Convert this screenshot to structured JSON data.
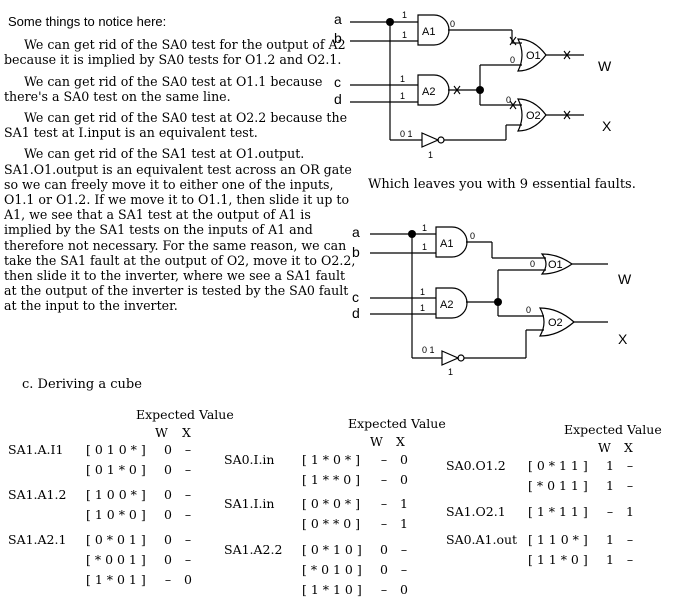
{
  "notes": {
    "heading": "Some things to notice here:",
    "paragraphs": [
      "We can get rid of the SA0 test for the output of A2 because it is implied by SA0 tests for O1.2 and O2.1.",
      "We can get rid of the SA0 test at O1.1 because there's a SA0 test on the same line.",
      "We can get rid of the SA0 test at O2.2 because the SA1 test at I.input is an equivalent test.",
      "We can get rid of the SA1 test at O1.output. SA1.O1.output is an equivalent test across an OR gate so we can freely move it to either one of the inputs, O1.1 or O1.2. If we move it to O1.1, then slide it up to A1, we see that a SA1 test at the output of A1 is implied by the SA1 tests on the inputs of A1 and therefore not necessary. For the same reason, we can take the SA1 fault at the output of O2, move it to O2.2, then slide it to the inverter, where we see a SA1 fault at the output of the inverter is tested by the SA0 fault at the input to the inverter."
    ]
  },
  "circuit": {
    "inputs": [
      "a",
      "b",
      "c",
      "d"
    ],
    "gates": [
      "A1",
      "A2",
      "O1",
      "O2"
    ],
    "outputs": [
      "W",
      "X"
    ],
    "bits": {
      "a_in": "1",
      "b_in": "1",
      "a1_out": "0",
      "c_in": "1",
      "d_in": "1",
      "o1_in2": "0",
      "o2_in1": "0",
      "inv_in": "0 1",
      "inv_out": "1"
    }
  },
  "caption_essential": "Which leaves you with 9 essential faults.",
  "section_title": "c. Deriving a cube",
  "tables": [
    {
      "header": "Expected Value",
      "cols": [
        "W",
        "X"
      ],
      "rows": [
        {
          "label": "SA1.A.I1",
          "cube": "[ 0 1 0 * ]",
          "w": "0",
          "x": "–"
        },
        {
          "label": "",
          "cube": "[ 0 1 * 0 ]",
          "w": "0",
          "x": "–"
        },
        {
          "label": "SA1.A1.2",
          "cube": "[ 1 0 0 * ]",
          "w": "0",
          "x": "–"
        },
        {
          "label": "",
          "cube": "[ 1 0 * 0 ]",
          "w": "0",
          "x": "–"
        },
        {
          "label": "SA1.A2.1",
          "cube": "[ 0 * 0 1 ]",
          "w": "0",
          "x": "–"
        },
        {
          "label": "",
          "cube": "[ * 0 0 1 ]",
          "w": "0",
          "x": "–"
        },
        {
          "label": "",
          "cube": "[ 1 * 0 1 ]",
          "w": "–",
          "x": "0"
        }
      ]
    },
    {
      "header": "Expected Value",
      "cols": [
        "W",
        "X"
      ],
      "rows": [
        {
          "label": "SA0.I.in",
          "cube": "[ 1 * 0 * ]",
          "w": "–",
          "x": "0"
        },
        {
          "label": "",
          "cube": "[ 1 * * 0 ]",
          "w": "–",
          "x": "0"
        },
        {
          "label": "SA1.I.in",
          "cube": "[ 0 * 0 * ]",
          "w": "–",
          "x": "1"
        },
        {
          "label": "",
          "cube": "[ 0 * * 0 ]",
          "w": "–",
          "x": "1"
        },
        {
          "label": "SA1.A2.2",
          "cube": "[ 0 * 1 0 ]",
          "w": "0",
          "x": "–"
        },
        {
          "label": "",
          "cube": "[ * 0 1 0 ]",
          "w": "0",
          "x": "–"
        },
        {
          "label": "",
          "cube": "[ 1 * 1 0 ]",
          "w": "–",
          "x": "0"
        }
      ]
    },
    {
      "header": "Expected Value",
      "cols": [
        "W",
        "X"
      ],
      "rows": [
        {
          "label": "SA0.O1.2",
          "cube": "[ 0 * 1 1 ]",
          "w": "1",
          "x": "–"
        },
        {
          "label": "",
          "cube": "[ * 0 1 1 ]",
          "w": "1",
          "x": "–"
        },
        {
          "label": "SA1.O2.1",
          "cube": "[ 1 * 1 1 ]",
          "w": "–",
          "x": "1"
        },
        {
          "label": "SA0.A1.out",
          "cube": "[ 1 1 0 * ]",
          "w": "1",
          "x": "–"
        },
        {
          "label": "",
          "cube": "[ 1 1 * 0 ]",
          "w": "1",
          "x": "–"
        }
      ]
    }
  ]
}
